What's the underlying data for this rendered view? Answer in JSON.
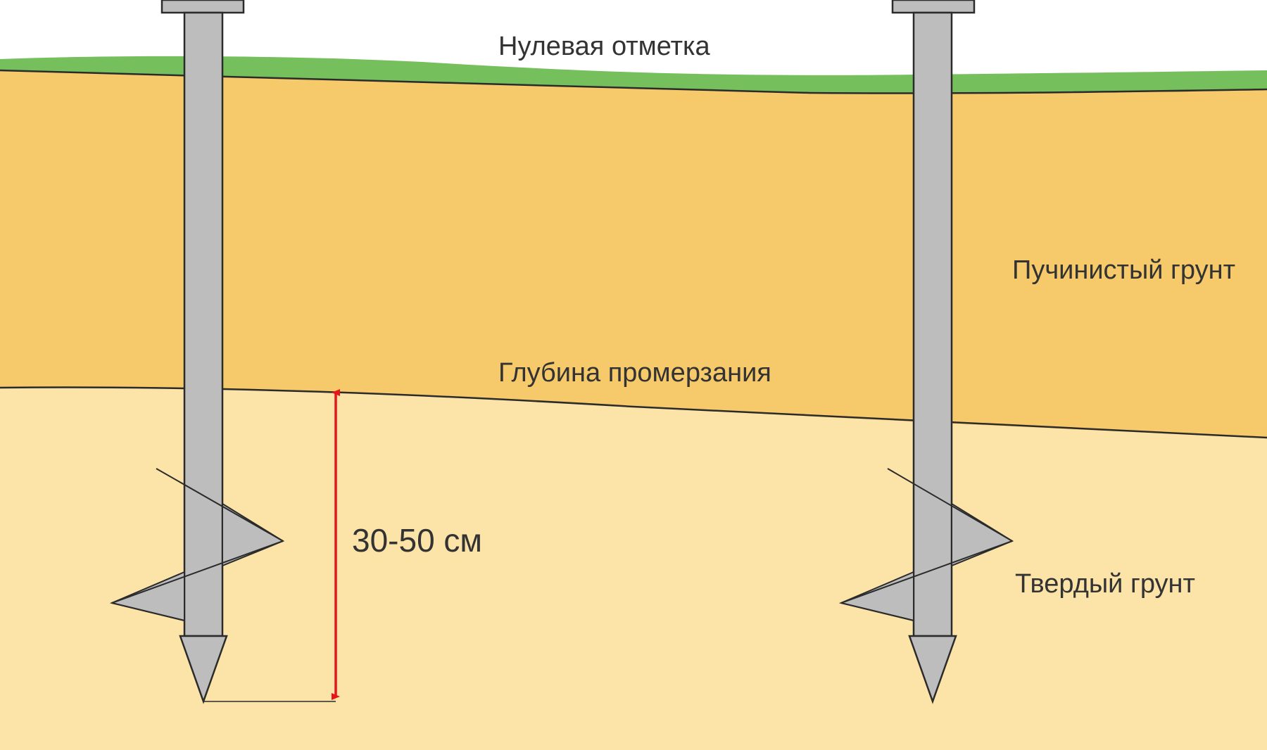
{
  "labels": {
    "zero_mark": "Нулевая отметка",
    "heaving_soil": "Пучинистый грунт",
    "frost_depth": "Глубина промерзания",
    "depth_range": "30-50 см",
    "solid_soil": "Твердый грунт"
  },
  "colors": {
    "grass": "#76bf5d",
    "heaving_soil": "#f6c96a",
    "solid_soil": "#fce4a8",
    "pile": "#bdbdbd",
    "outline": "#2b2b2b",
    "arrow": "#e8141c",
    "text": "#333333"
  }
}
